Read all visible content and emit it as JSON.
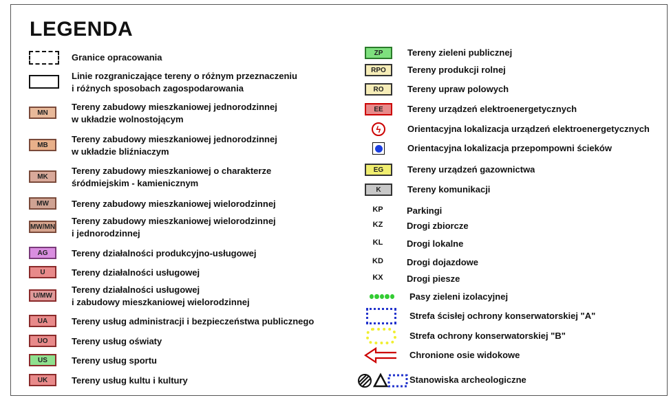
{
  "title": "LEGENDA",
  "left": [
    {
      "code": "",
      "label1": "Granice opracowania",
      "label2": "",
      "fill": "#ffffff",
      "border": "#111111",
      "style": "dashed"
    },
    {
      "code": "",
      "label1": "Linie rozgraniczające tereny o różnym przeznaczeniu",
      "label2": "i różnych sposobach zagospodarowania",
      "fill": "#ffffff",
      "border": "#111111",
      "style": "solid"
    },
    {
      "code": "MN",
      "label1": "Tereny zabudowy mieszkaniowej jednorodzinnej",
      "label2": "w układzie wolnostojącym",
      "fill": "#e8b99a",
      "border": "#7a4a3a"
    },
    {
      "code": "MB",
      "label1": "Tereny zabudowy mieszkaniowej jednorodzinnej",
      "label2": "w układzie bliźniaczym",
      "fill": "#e8b08a",
      "border": "#7a4a3a"
    },
    {
      "code": "MK",
      "label1": "Tereny zabudowy mieszkaniowej o charakterze",
      "label2": "śródmiejskim - kamienicznym",
      "fill": "#d9a99a",
      "border": "#7a4a3a"
    },
    {
      "code": "MW",
      "label1": "Tereny zabudowy mieszkaniowej wielorodzinnej",
      "label2": "",
      "fill": "#cfa393",
      "border": "#7a4a3a"
    },
    {
      "code": "MW/MN",
      "label1": "Tereny zabudowy mieszkaniowej wielorodzinnej",
      "label2": "i jednorodzinnej",
      "fill": "#d6a48e",
      "border": "#7a4a3a"
    },
    {
      "code": "AG",
      "label1": "Tereny działalności produkcyjno-usługowej",
      "label2": "",
      "fill": "#d98ee0",
      "border": "#7a3a7a"
    },
    {
      "code": "U",
      "label1": "Tereny działalności usługowej",
      "label2": "",
      "fill": "#e88a8a",
      "border": "#8a2a2a"
    },
    {
      "code": "U/MW",
      "label1": "Tereny działalności usługowej",
      "label2": "i zabudowy mieszkaniowej wielorodzinnej",
      "fill": "#e09a9a",
      "border": "#8a2a2a"
    },
    {
      "code": "UA",
      "label1": "Tereny usług administracji i bezpieczeństwa publicznego",
      "label2": "",
      "fill": "#e88a8a",
      "border": "#8a2a2a"
    },
    {
      "code": "UO",
      "label1": "Tereny usług oświaty",
      "label2": "",
      "fill": "#e88a8a",
      "border": "#8a2a2a"
    },
    {
      "code": "US",
      "label1": "Tereny usług sportu",
      "label2": "",
      "fill": "#8ee08e",
      "border": "#8a2a2a"
    },
    {
      "code": "UK",
      "label1": "Tereny usług kultu i kultury",
      "label2": "",
      "fill": "#e88a8a",
      "border": "#8a2a2a"
    }
  ],
  "right": [
    {
      "kind": "box",
      "code": "ZP",
      "label": "Tereny zieleni publicznej",
      "fill": "#7ee07e",
      "border": "#2a7a2a"
    },
    {
      "kind": "box",
      "code": "RPO",
      "label": "Tereny produkcji rolnej",
      "fill": "#f6edb8",
      "border": "#333333"
    },
    {
      "kind": "box",
      "code": "RO",
      "label": "Tereny upraw polowych",
      "fill": "#f6edb8",
      "border": "#333333"
    },
    {
      "kind": "box",
      "code": "EE",
      "label": "Tereny urządzeń elektroenergetycznych",
      "fill": "#e88a8a",
      "border": "#cc0000"
    },
    {
      "kind": "power",
      "code": "",
      "label": "Orientacyjna lokalizacja urządzeń elektroenergetycznych",
      "fill": "#cc0000",
      "border": "#cc0000"
    },
    {
      "kind": "pump",
      "code": "",
      "label": "Orientacyjna lokalizacja przepompowni ścieków",
      "fill": "#1a3ee0",
      "border": "#111111"
    },
    {
      "kind": "box",
      "code": "EG",
      "label": "Tereny urządzeń gazownictwa",
      "fill": "#f0ee70",
      "border": "#333333"
    },
    {
      "kind": "box",
      "code": "K",
      "label": "Tereny komunikacji",
      "fill": "#c8c8c8",
      "border": "#333333"
    },
    {
      "kind": "code",
      "code": "KP",
      "label": "Parkingi"
    },
    {
      "kind": "code",
      "code": "KZ",
      "label": "Drogi zbiorcze"
    },
    {
      "kind": "code",
      "code": "KL",
      "label": "Drogi lokalne"
    },
    {
      "kind": "code",
      "code": "KD",
      "label": "Drogi dojazdowe"
    },
    {
      "kind": "code",
      "code": "KX",
      "label": "Drogi piesze"
    },
    {
      "kind": "dots",
      "code": "",
      "label": "Pasy zieleni izolacyjnej",
      "fill": "#33cc33"
    },
    {
      "kind": "strefaA",
      "code": "",
      "label": "Strefa ścisłej ochrony konserwatorskiej \"A\"",
      "fill": "#2233cc"
    },
    {
      "kind": "strefaB",
      "code": "",
      "label": "Strefa ochrony konserwatorskiej \"B\"",
      "fill": "#f0ee30"
    },
    {
      "kind": "arrow",
      "code": "",
      "label": "Chronione osie widokowe",
      "fill": "#cc0000"
    },
    {
      "kind": "archeo",
      "code": "",
      "label": "Stanowiska archeologiczne",
      "fill": "#111111"
    }
  ]
}
